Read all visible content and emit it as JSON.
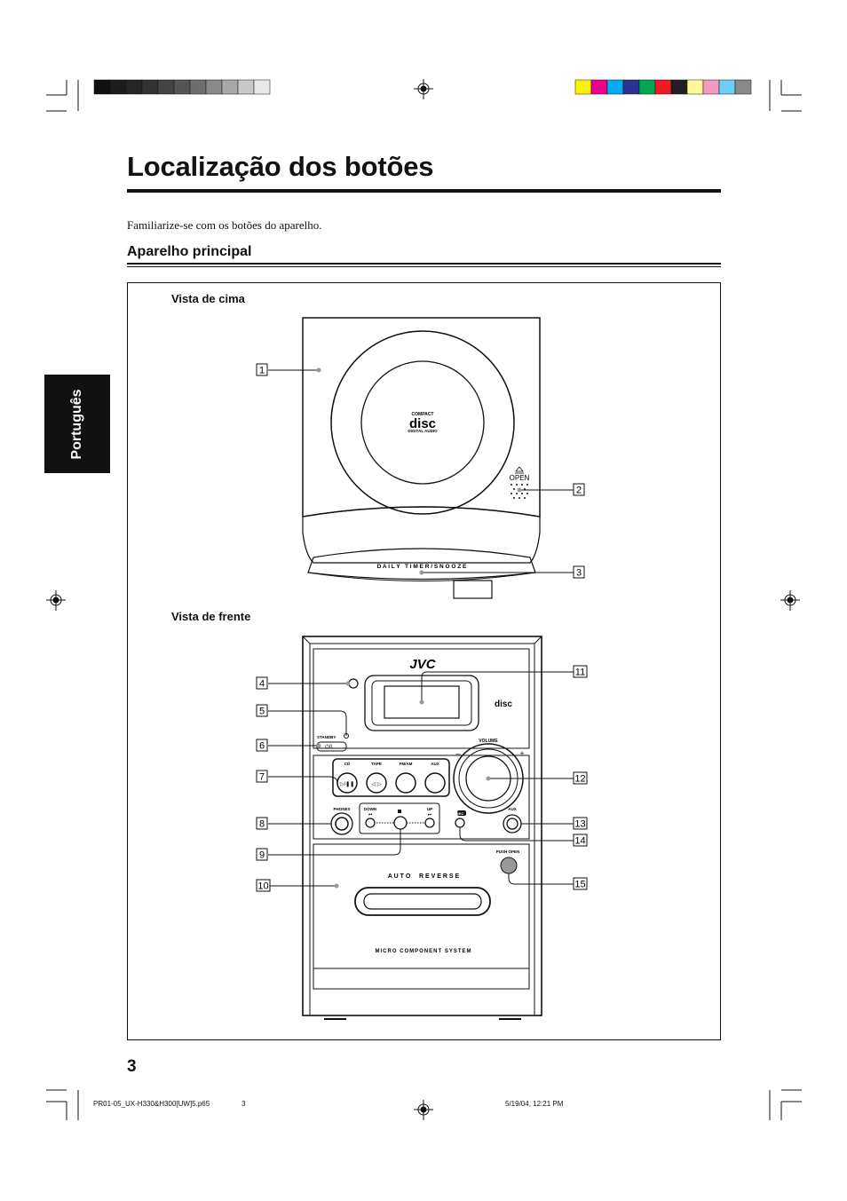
{
  "page": {
    "title": "Localização dos botões",
    "intro": "Familiarize-se com os botões do aparelho.",
    "section_title": "Aparelho principal",
    "language_tab": "Português",
    "page_number": "3"
  },
  "figure": {
    "top_view_label": "Vista de cima",
    "front_view_label": "Vista de frente",
    "top_view": {
      "disc_logo_top": "COMPACT",
      "disc_logo_main": "disc",
      "disc_logo_bottom": "DIGITAL AUDIO",
      "open_label": "OPEN",
      "timer_label": "D A I L Y   T I M E R / S N O O Z E"
    },
    "front_view": {
      "brand": "JVC",
      "disc_logo_main": "disc",
      "standby_label": "STANDBY",
      "volume_label": "VOLUME",
      "source_labels": [
        "CD",
        "TAPE",
        "FM/AM",
        "AUX"
      ],
      "phones_label": "PHONES",
      "down_label": "DOWN",
      "up_label": "UP",
      "rec_label": "REC",
      "aux_label": "AUX",
      "push_open_label": "PUSH OPEN",
      "auto_reverse_label": "A U T O     R E V E R S E",
      "system_label": "MICRO COMPONENT SYSTEM",
      "minus_sign": "–",
      "plus_sign": "+"
    },
    "callouts": [
      "1",
      "2",
      "3",
      "4",
      "5",
      "6",
      "7",
      "8",
      "9",
      "10",
      "11",
      "12",
      "13",
      "14",
      "15"
    ]
  },
  "footer": {
    "file_name": "PR01-05_UX-H330&H300[UW]5.p65",
    "page": "3",
    "timestamp": "5/19/04, 12:21 PM"
  },
  "colors": {
    "ink": "#111111",
    "calibration_gray": [
      "#111111",
      "#1c1c1c",
      "#262626",
      "#333333",
      "#444444",
      "#555555",
      "#6e6e6e",
      "#8a8a8a",
      "#a8a8a8",
      "#c8c8c8",
      "#e8e8e8"
    ],
    "calibration_color": [
      "#fff200",
      "#ec008c",
      "#00aeef",
      "#2e3192",
      "#00a651",
      "#ed1c24",
      "#231f20",
      "#fff799",
      "#f49ac1",
      "#6dcff6",
      "#898989"
    ]
  }
}
